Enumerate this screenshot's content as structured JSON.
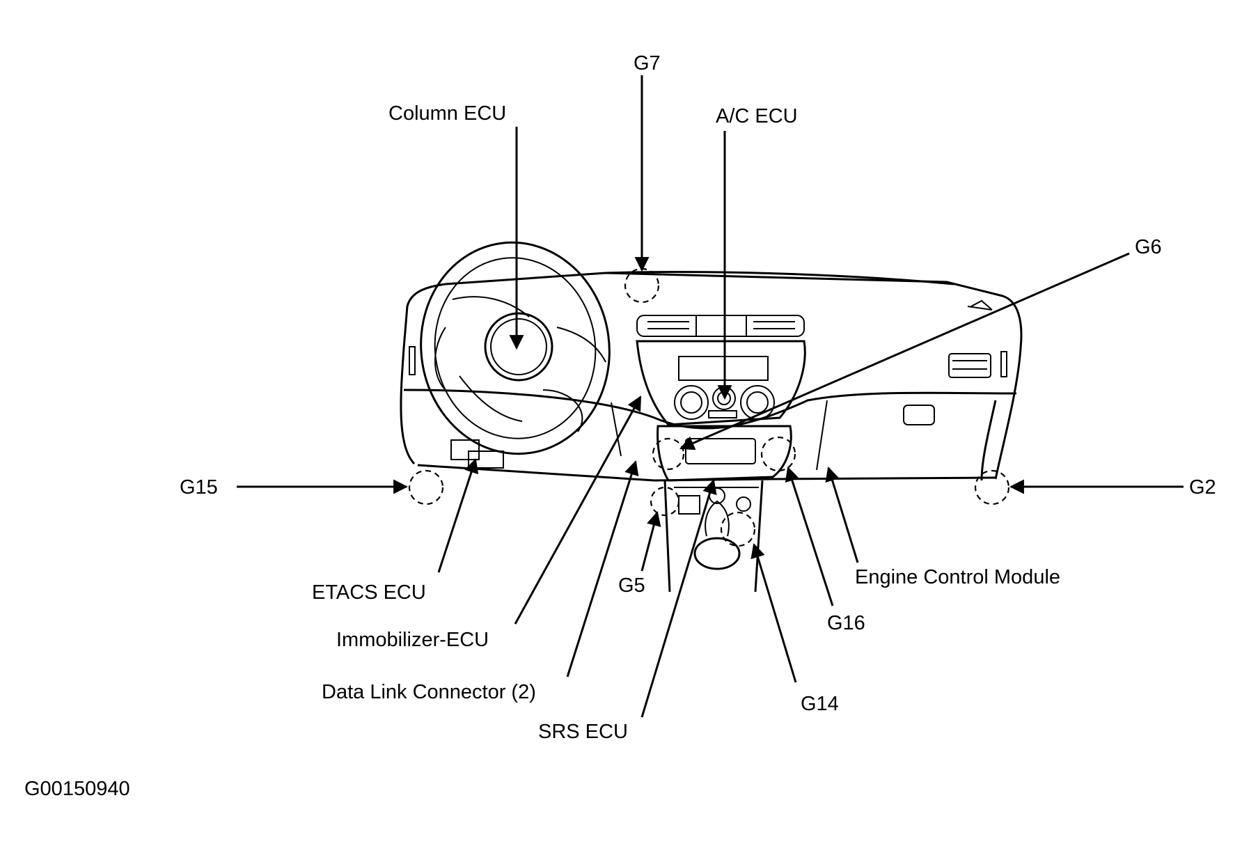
{
  "figure_id": "G00150940",
  "labels": {
    "column_ecu": "Column ECU",
    "g7": "G7",
    "ac_ecu": "A/C ECU",
    "g6": "G6",
    "g15": "G15",
    "g2": "G2",
    "etacs_ecu": "ETACS ECU",
    "immobilizer_ecu": "Immobilizer-ECU",
    "data_link_connector": "Data Link Connector (2)",
    "srs_ecu": "SRS ECU",
    "g5": "G5",
    "engine_control_module": "Engine Control Module",
    "g16": "G16",
    "g14": "G14"
  }
}
